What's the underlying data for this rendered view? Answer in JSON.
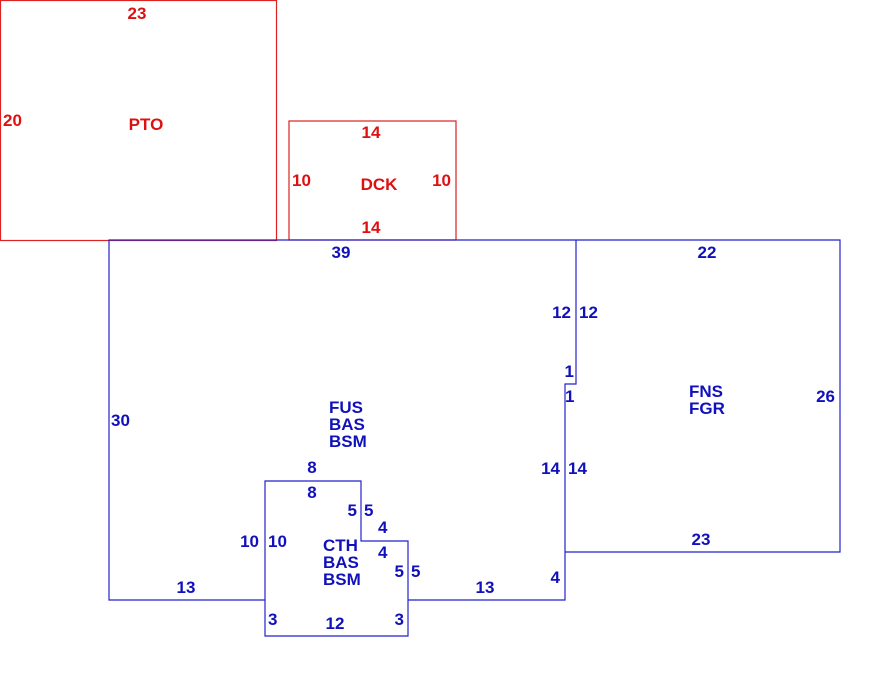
{
  "colors": {
    "red": "#dd1111",
    "blue": "#1111bb"
  },
  "pto": {
    "code": "PTO",
    "top": "23",
    "left": "20"
  },
  "dck": {
    "code": "DCK",
    "top": "14",
    "bottom": "14",
    "left": "10",
    "right": "10"
  },
  "main": {
    "codes": [
      "FUS",
      "BAS",
      "BSM"
    ],
    "top": "39",
    "left": "30",
    "bottom_left": "13",
    "bottom_right": "13",
    "right_upper": "12",
    "right_step": "1",
    "right_lower": "14",
    "right_bottom": "4"
  },
  "garage": {
    "codes": [
      "FNS",
      "FGR"
    ],
    "top": "22",
    "left_upper": "12",
    "left_step": "1",
    "left_lower": "14",
    "right": "26",
    "bottom": "23"
  },
  "cth": {
    "codes": [
      "CTH",
      "BAS",
      "BSM"
    ],
    "top_outer": "8",
    "top_inner": "8",
    "left_outer": "10",
    "left_inner": "10",
    "mid_left": "5",
    "mid_right": "5",
    "step_outer": "4",
    "step_inner": "4",
    "right_inner": "5",
    "right_outer": "5",
    "bottom_left": "3",
    "bottom": "12",
    "bottom_right": "3"
  }
}
